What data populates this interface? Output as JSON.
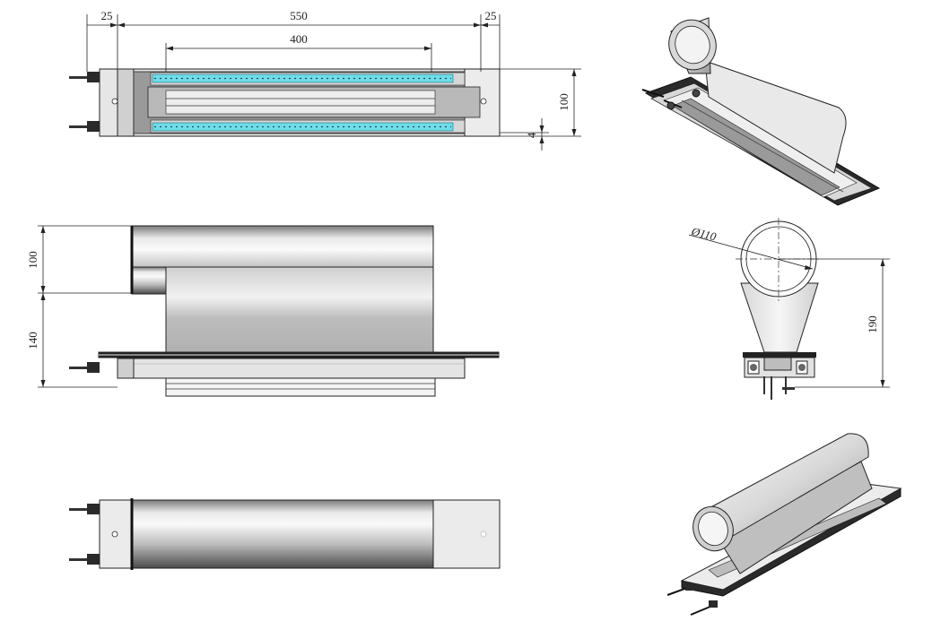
{
  "drawing": {
    "top_view": {
      "dim_left_margin": "25",
      "dim_overall_length": "550",
      "dim_right_margin": "25",
      "dim_element_length": "400",
      "dim_width": "100",
      "dim_plate_thickness": "4"
    },
    "side_view": {
      "dim_tube_height": "100",
      "dim_base_height": "140"
    },
    "end_view": {
      "dim_diameter": "Ø110",
      "dim_total_height": "190"
    }
  },
  "colors": {
    "line": "#222222",
    "element_glow": "#5fd8e8",
    "metal_light": "#eeeeee",
    "metal_mid": "#bdbdbd",
    "metal_dark": "#5a5a5a"
  }
}
